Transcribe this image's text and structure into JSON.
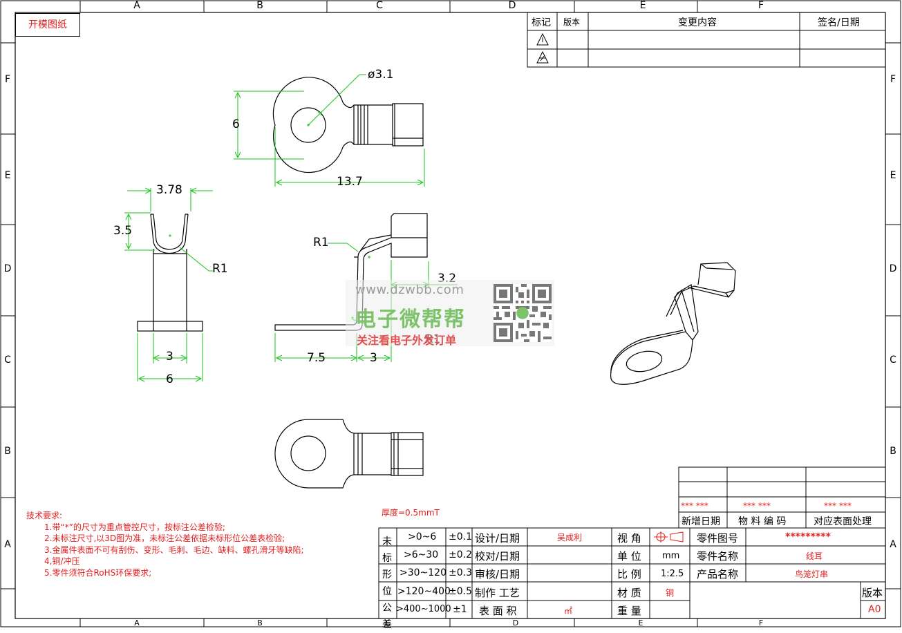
{
  "stamp": "开模图纸",
  "zones": {
    "columns": [
      "A",
      "B",
      "C",
      "D",
      "E",
      "F"
    ],
    "rows": [
      "F",
      "E",
      "D",
      "C",
      "B",
      "A"
    ]
  },
  "revision_table": {
    "headers": {
      "mark": "标记",
      "version": "版本",
      "content": "变更内容",
      "sign": "签名/日期"
    }
  },
  "dimensions": {
    "d_hole": "ø3.1",
    "height": "6",
    "length": "13.7",
    "width_top": "3.78",
    "height_side": "3.5",
    "r_front": "R1",
    "w_base": "3",
    "w_flange": "6",
    "r_side1": "R1",
    "len_tail": "3.2",
    "r_side2": "R1",
    "len_flat": "7.5",
    "len_offset": "3"
  },
  "watermark": {
    "url": "www.dzwbb.com",
    "name": "电子微帮帮",
    "tagline": "关注看电子外发订单"
  },
  "thickness_note": "厚度=0.5mmT",
  "tech_requirements": {
    "title": "技术要求:",
    "items": [
      "1.带“*”的尺寸为重点管控尺寸，按标注公差检验;",
      "2.未标注尺寸,以3D图为准，未标注公差依据未标形位公差表检验;",
      "3.金属件表面不可有刮伤、变形、毛刺、毛边、缺料、螺孔滑牙等缺陷;",
      "4,铜/冲压",
      "5.零件须符合RoHS环保要求;"
    ]
  },
  "upper_block": {
    "values": [
      "*** ***",
      "*** ***",
      "*** ***"
    ],
    "labels": [
      "新增日期",
      "物 料 编 码",
      "对应表面处理"
    ]
  },
  "title_block": {
    "tolerance_title": "未标形位公差",
    "tolerance_rows": [
      {
        "range": ">0~6",
        "tol": "±0.1"
      },
      {
        "range": ">6~30",
        "tol": "±0.2"
      },
      {
        "range": ">30~120",
        "tol": "±0.3"
      },
      {
        "range": ">120~400",
        "tol": "±0.5"
      },
      {
        "range": ">400~1000",
        "tol": "±1"
      }
    ],
    "role_labels": [
      "设计/日期",
      "校对/日期",
      "审核/日期",
      "制作 工艺",
      "表 面 积"
    ],
    "role_values": [
      "吴成利",
      "",
      "",
      "",
      "㎡"
    ],
    "info_labels": [
      "视 角",
      "单 位",
      "比 例",
      "材 质",
      "重 量"
    ],
    "info_values": [
      "",
      "mm",
      "1:2.5",
      "铜",
      ""
    ],
    "part_labels": [
      "零件图号",
      "零件名称",
      "产品名称"
    ],
    "part_values": [
      "*********",
      "线耳",
      "鸟笼灯串"
    ],
    "version_label": "版本",
    "version_value": "A0"
  },
  "colors": {
    "dimension": "#19c21a",
    "annotation": "#e41c1c",
    "line": "#000000"
  }
}
